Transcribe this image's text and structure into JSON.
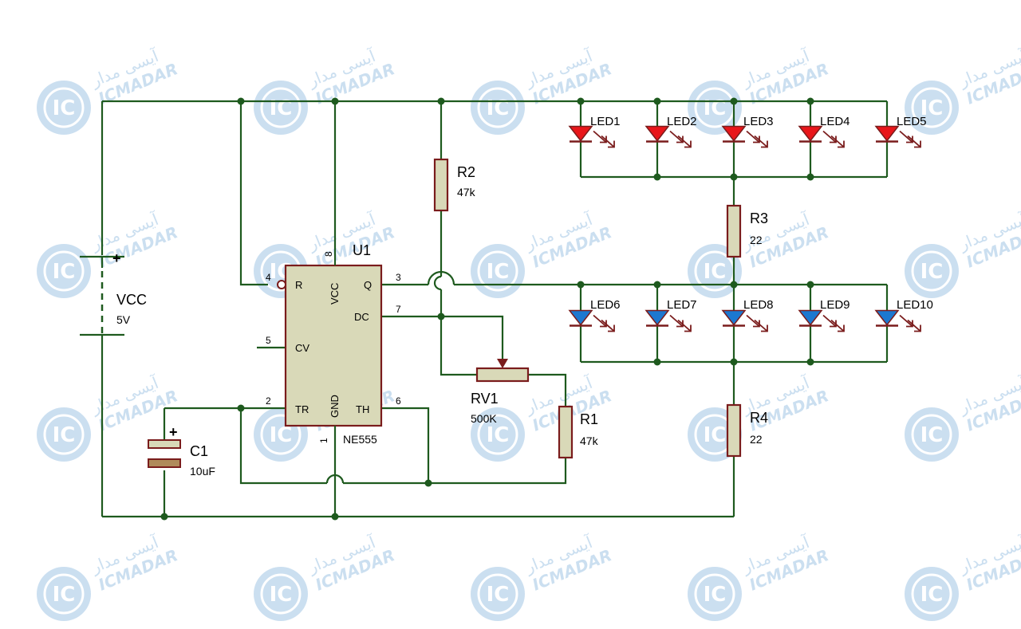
{
  "watermark": {
    "brand_fa": "آیسی مدار",
    "brand_en": "ICMADAR",
    "logo": "IC"
  },
  "colors": {
    "wire": "#1e5a1e",
    "component_outline": "#7a1c1c",
    "component_fill": "#d9d9b8",
    "led_red": "#e8161a",
    "led_blue": "#1c78d0",
    "watermark": "#c6dcef"
  },
  "components": {
    "u1": {
      "ref": "U1",
      "part": "NE555",
      "pins": [
        {
          "num": "4",
          "name": "R"
        },
        {
          "num": "8",
          "name": "VCC"
        },
        {
          "num": "3",
          "name": "Q"
        },
        {
          "num": "7",
          "name": "DC"
        },
        {
          "num": "5",
          "name": "CV"
        },
        {
          "num": "2",
          "name": "TR"
        },
        {
          "num": "1",
          "name": "GND"
        },
        {
          "num": "6",
          "name": "TH"
        }
      ]
    },
    "vcc": {
      "ref": "VCC",
      "value": "5V",
      "polarity": "+"
    },
    "c1": {
      "ref": "C1",
      "value": "10uF",
      "polarity": "+"
    },
    "r1": {
      "ref": "R1",
      "value": "47k"
    },
    "r2": {
      "ref": "R2",
      "value": "47k"
    },
    "r3": {
      "ref": "R3",
      "value": "22"
    },
    "r4": {
      "ref": "R4",
      "value": "22"
    },
    "rv1": {
      "ref": "RV1",
      "value": "500K"
    },
    "leds_red": [
      {
        "ref": "LED1"
      },
      {
        "ref": "LED2"
      },
      {
        "ref": "LED3"
      },
      {
        "ref": "LED4"
      },
      {
        "ref": "LED5"
      }
    ],
    "leds_blue": [
      {
        "ref": "LED6"
      },
      {
        "ref": "LED7"
      },
      {
        "ref": "LED8"
      },
      {
        "ref": "LED9"
      },
      {
        "ref": "LED10"
      }
    ]
  }
}
